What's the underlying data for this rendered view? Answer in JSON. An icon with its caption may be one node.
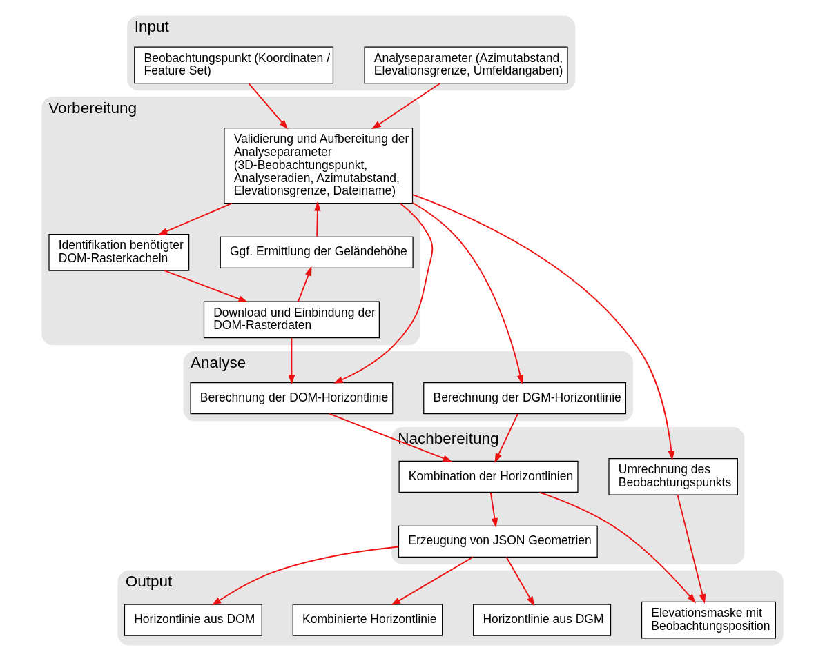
{
  "diagram": {
    "nodes": [
      {
        "text": [
          "Input"
        ]
      },
      {
        "text": [
          "Beobachtungspunkt (Koordinaten / Feature Set)"
        ],
        "in": 0
      },
      {
        "text": [
          "Analyseparameter (Azimutabstand, Elevationsgrenze, Umfeldangaben)"
        ],
        "in": 0
      },
      {
        "text": [
          "Vorbereitung"
        ]
      },
      {
        "text": [
          "Validierung und Aufbereitung der Analyseparameter (3D-Beobachtungspunkt, Analyseradien, Azimutabstand, Elevationsgrenze, Dateiname)"
        ],
        "in": 3
      },
      {
        "text": [
          "Identifikation benötigter DOM-Rasterkacheln"
        ],
        "in": 3
      },
      {
        "text": [
          "Ggf. Ermittlung der Geländehöhe"
        ],
        "in": 3
      },
      {
        "text": [
          "Download und Einbindung der DOM-Rasterdaten"
        ],
        "in": 3
      },
      {
        "text": [
          "Analyse"
        ]
      },
      {
        "text": [
          "Berechnung der DGM-Horizontlinie"
        ],
        "in": 8
      },
      {
        "text": [
          "Berechnung der DOM-Horizontlinie"
        ],
        "in": 8
      },
      {
        "text": [
          "Nachbereitung"
        ]
      },
      {
        "text": [
          "Umrechnung des Beobachtungspunkts"
        ],
        "in": 11
      },
      {
        "text": [
          "Kombination der Horizontlinien"
        ],
        "in": 11
      },
      {
        "text": [
          "Erzeugung von JSON Geometrien"
        ],
        "in": 11
      },
      {
        "text": [
          "Output"
        ]
      },
      {
        "text": [
          "Elevationsmaske mit Beobachtungsposition"
        ],
        "in": 15
      },
      {
        "text": [
          "Horizontlinie aus DOM"
        ],
        "in": 15
      },
      {
        "text": [
          "Kombinierte Horizontlinie"
        ],
        "in": 15
      },
      {
        "text": [
          "Horizontlinie aus DGM"
        ],
        "in": 15
      }
    ],
    "edges": [
      {
        "from": 1,
        "to": 4,
        "arrow": "to"
      },
      {
        "from": 2,
        "to": 4,
        "arrow": "to"
      },
      {
        "from": 4,
        "to": 5,
        "arrow": "to"
      },
      {
        "from": 5,
        "to": 7,
        "arrow": "to"
      },
      {
        "from": 7,
        "to": 6,
        "arrow": "to"
      },
      {
        "from": 6,
        "to": 4,
        "arrow": "to"
      },
      {
        "from": 4,
        "to": 12,
        "arrow": "to"
      },
      {
        "from": 4,
        "to": 9,
        "arrow": "to"
      },
      {
        "from": 4,
        "to": 10,
        "arrow": "to"
      },
      {
        "from": 7,
        "to": 10,
        "arrow": "to"
      },
      {
        "from": 9,
        "to": 13,
        "arrow": "to"
      },
      {
        "from": 10,
        "to": 13,
        "arrow": "to"
      },
      {
        "from": 13,
        "to": 14,
        "arrow": "to"
      },
      {
        "from": 12,
        "to": 16,
        "arrow": "to"
      },
      {
        "from": 13,
        "to": 16,
        "arrow": "to"
      },
      {
        "from": 14,
        "to": 17,
        "arrow": "to"
      },
      {
        "from": 14,
        "to": 18,
        "arrow": "to"
      },
      {
        "from": 14,
        "to": 19,
        "arrow": "to"
      }
    ]
  }
}
